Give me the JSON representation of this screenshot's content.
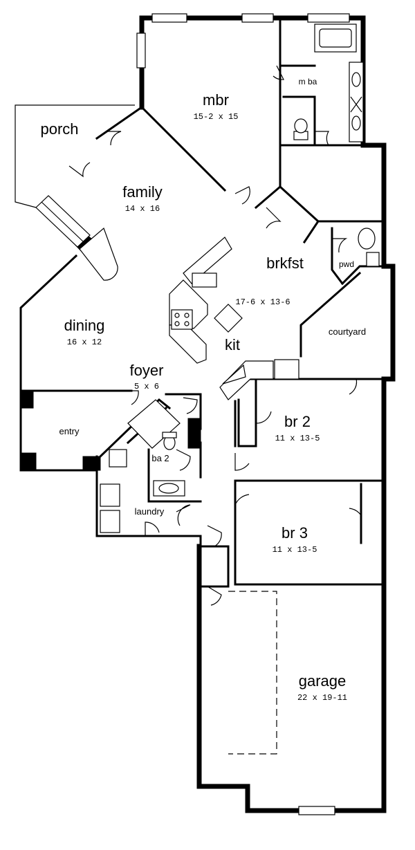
{
  "rooms": {
    "mbr": {
      "name": "mbr",
      "dims": "15-2 x 15"
    },
    "mba": {
      "name": "m ba"
    },
    "porch": {
      "name": "porch"
    },
    "family": {
      "name": "family",
      "dims": "14 x 16"
    },
    "brkfst": {
      "name": "brkfst"
    },
    "pwd": {
      "name": "pwd"
    },
    "kit": {
      "name": "kit",
      "dims": "17-6 x 13-6"
    },
    "dining": {
      "name": "dining",
      "dims": "16 x 12"
    },
    "courtyard": {
      "name": "courtyard"
    },
    "foyer": {
      "name": "foyer",
      "dims": "5 x 6"
    },
    "entry": {
      "name": "entry"
    },
    "br2": {
      "name": "br 2",
      "dims": "11 x 13-5"
    },
    "ba2": {
      "name": "ba 2"
    },
    "laundry": {
      "name": "laundry"
    },
    "br3": {
      "name": "br 3",
      "dims": "11 x 13-5"
    },
    "garage": {
      "name": "garage",
      "dims": "22 x 19-11"
    }
  }
}
